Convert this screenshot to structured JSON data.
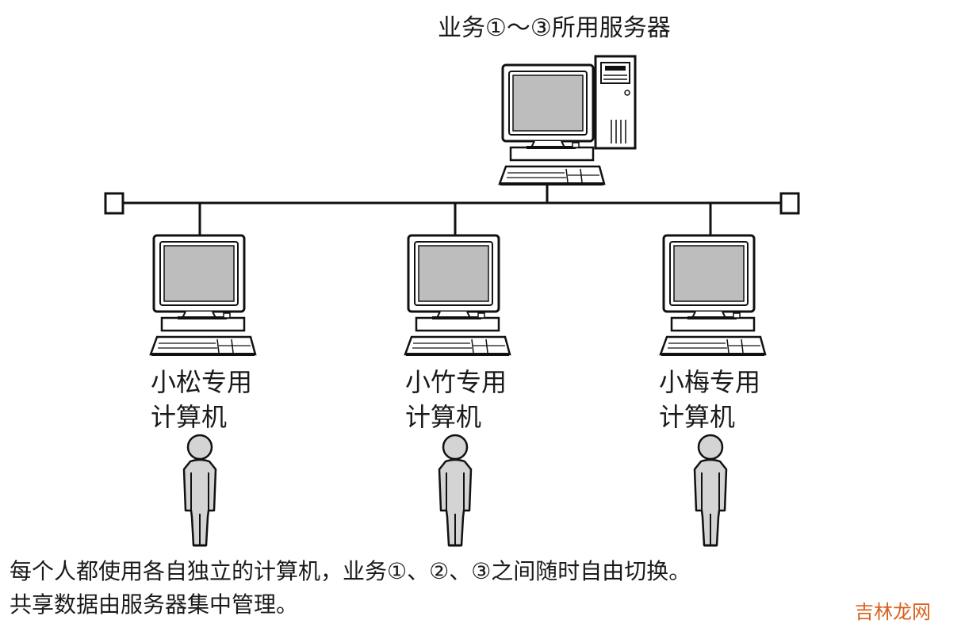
{
  "server": {
    "label": "业务①～③所用服务器"
  },
  "workstations": [
    {
      "line1": "小松专用",
      "line2": "计算机"
    },
    {
      "line1": "小竹专用",
      "line2": "计算机"
    },
    {
      "line1": "小梅专用",
      "line2": "计算机"
    }
  ],
  "caption": {
    "line1": "每个人都使用各自独立的计算机，业务①、②、③之间随时自由切换。",
    "line2": "共享数据由服务器集中管理。"
  },
  "watermark": "吉林龙网"
}
